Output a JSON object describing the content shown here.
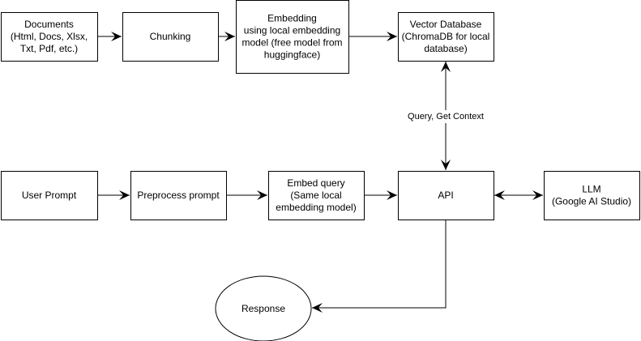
{
  "nodes": {
    "documents": {
      "shape": "rectangle",
      "lines": [
        "Documents",
        "(Html, Docs, Xlsx,",
        "Txt, Pdf, etc.)"
      ]
    },
    "chunking": {
      "shape": "rectangle",
      "lines": [
        "Chunking"
      ]
    },
    "embedding": {
      "shape": "rectangle",
      "lines": [
        "Embedding",
        "using local embedding",
        "model (free model from",
        "huggingface)"
      ]
    },
    "vector_db": {
      "shape": "rectangle",
      "lines": [
        "Vector Database",
        "(ChromaDB for local",
        "database)"
      ]
    },
    "user_prompt": {
      "shape": "rectangle",
      "lines": [
        "User Prompt"
      ]
    },
    "preprocess": {
      "shape": "rectangle",
      "lines": [
        "Preprocess prompt"
      ]
    },
    "embed_query": {
      "shape": "rectangle",
      "lines": [
        "Embed query",
        "(Same local",
        "embedding model)"
      ]
    },
    "api": {
      "shape": "rectangle",
      "lines": [
        "API"
      ]
    },
    "llm": {
      "shape": "rectangle",
      "lines": [
        "LLM",
        "(Google AI Studio)"
      ]
    },
    "response": {
      "shape": "ellipse",
      "lines": [
        "Response"
      ]
    }
  },
  "edges": [
    {
      "from": "documents",
      "to": "chunking",
      "direction": "forward"
    },
    {
      "from": "chunking",
      "to": "embedding",
      "direction": "forward"
    },
    {
      "from": "embedding",
      "to": "vector_db",
      "direction": "forward"
    },
    {
      "from": "user_prompt",
      "to": "preprocess",
      "direction": "forward"
    },
    {
      "from": "preprocess",
      "to": "embed_query",
      "direction": "forward"
    },
    {
      "from": "embed_query",
      "to": "api",
      "direction": "forward"
    },
    {
      "from": "vector_db",
      "to": "api",
      "direction": "both",
      "label": "Query, Get Context"
    },
    {
      "from": "api",
      "to": "llm",
      "direction": "both"
    },
    {
      "from": "api",
      "to": "response",
      "direction": "forward"
    }
  ],
  "colors": {
    "stroke": "#000000",
    "fill": "#ffffff",
    "text": "#000000"
  }
}
